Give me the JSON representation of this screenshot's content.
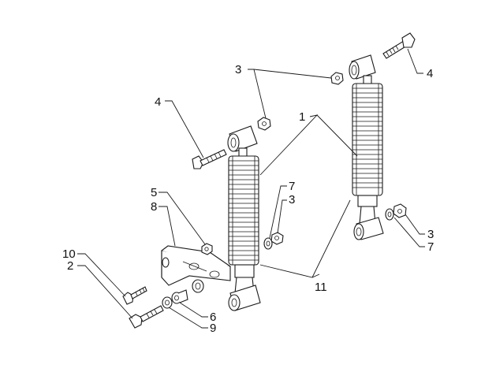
{
  "callouts": {
    "n1": "1",
    "n2": "2",
    "n3a": "3",
    "n3b": "3",
    "n3c": "3",
    "n4a": "4",
    "n4b": "4",
    "n5": "5",
    "n6": "6",
    "n7a": "7",
    "n7b": "7",
    "n8": "8",
    "n9": "9",
    "n10": "10",
    "n11": "11"
  }
}
